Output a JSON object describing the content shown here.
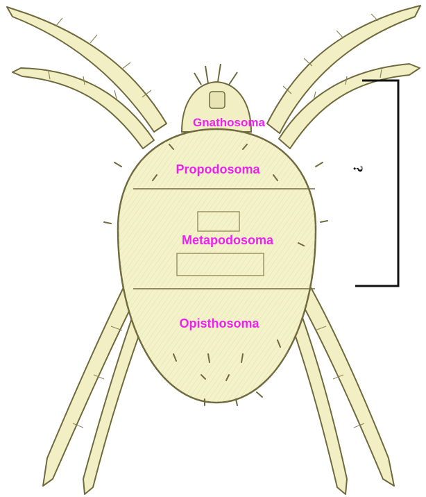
{
  "labels": {
    "gnathosoma": "Gnathosoma",
    "propodosoma": "Propodosoma",
    "metapodosoma": "Metapodosoma",
    "opisthosoma": "Opisthosoma"
  },
  "bracket": {
    "text": "?"
  },
  "colors": {
    "label": "#ee22ee",
    "body_fill": "#f4f2c9",
    "outline": "#6f6a3e",
    "bracket": "#111111"
  }
}
